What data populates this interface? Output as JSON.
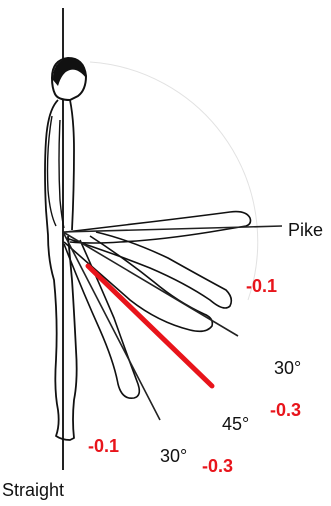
{
  "colors": {
    "penalty": "#e8141b",
    "figure": "#111111",
    "reference_line": "#222222",
    "arc": "#dddddd"
  },
  "labels": {
    "pike": "Pike",
    "straight": "Straight",
    "angle_30_upper": "30°",
    "angle_45": "45°",
    "angle_30_lower": "30°"
  },
  "penalties": {
    "pike_range": "-0.1",
    "upper_30_to_45": "-0.3",
    "lower_range": "-0.1",
    "lower_30": "-0.3"
  }
}
